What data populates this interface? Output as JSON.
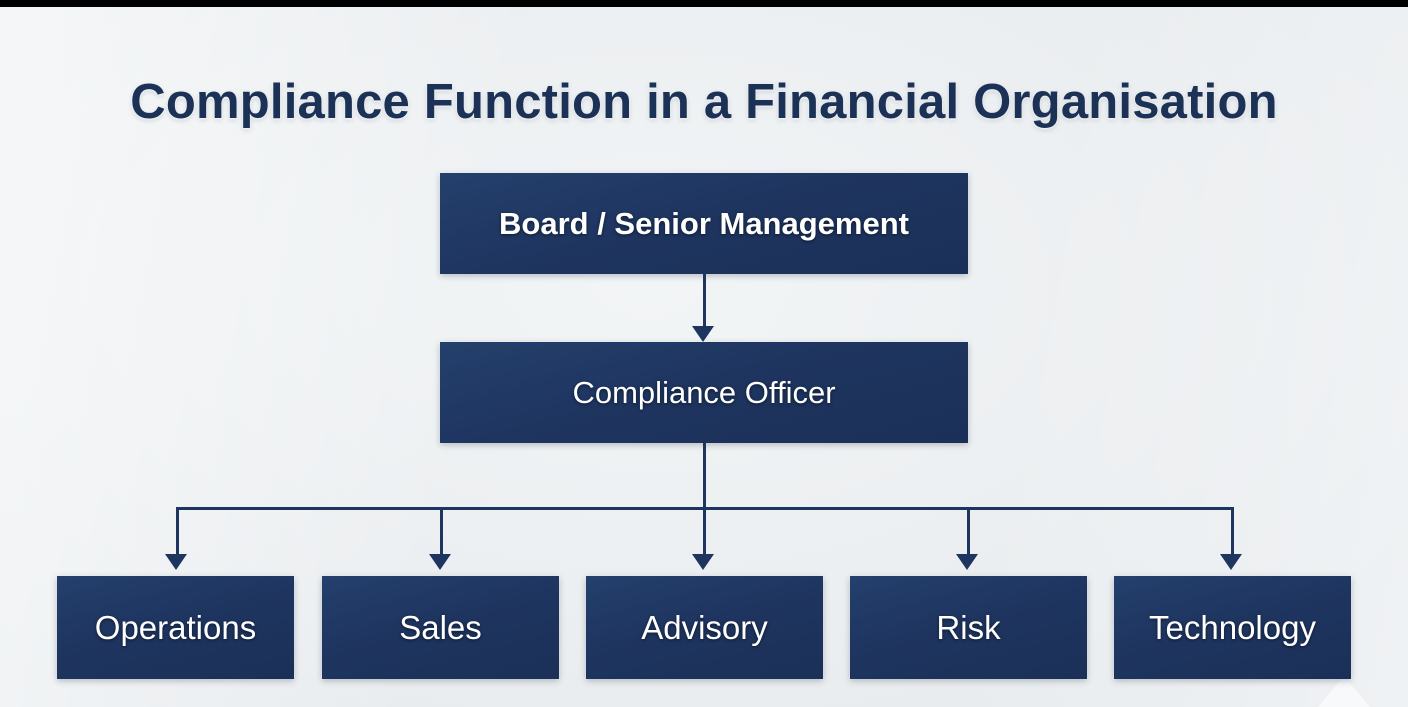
{
  "slide": {
    "title": "Compliance Function in a Financial Organisation",
    "background_color": "#eceff1",
    "accent_color": "#1e3560",
    "title_color": "#1b3155",
    "node_text_color": "#ffffff"
  },
  "chart_data": {
    "type": "diagram",
    "diagram_type": "organisation-chart",
    "title": "Compliance Function in a Financial Organisation",
    "nodes": [
      {
        "id": "board",
        "label": "Board / Senior Management",
        "level": 1
      },
      {
        "id": "officer",
        "label": "Compliance Officer",
        "level": 2
      },
      {
        "id": "operations",
        "label": "Operations",
        "level": 3
      },
      {
        "id": "sales",
        "label": "Sales",
        "level": 3
      },
      {
        "id": "advisory",
        "label": "Advisory",
        "level": 3
      },
      {
        "id": "risk",
        "label": "Risk",
        "level": 3
      },
      {
        "id": "technology",
        "label": "Technology",
        "level": 3
      }
    ],
    "edges": [
      {
        "from": "board",
        "to": "officer",
        "style": "arrow"
      },
      {
        "from": "officer",
        "to": "operations",
        "style": "arrow"
      },
      {
        "from": "officer",
        "to": "sales",
        "style": "arrow"
      },
      {
        "from": "officer",
        "to": "advisory",
        "style": "arrow"
      },
      {
        "from": "officer",
        "to": "risk",
        "style": "arrow"
      },
      {
        "from": "officer",
        "to": "technology",
        "style": "arrow"
      }
    ]
  }
}
